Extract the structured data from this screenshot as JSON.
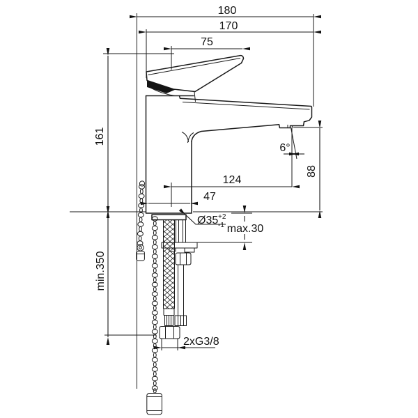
{
  "drawing": {
    "labels": {
      "total_depth": "180",
      "spout_tip_depth": "170",
      "handle_reach": "75",
      "height_above_deck": "161",
      "spout_reach": "124",
      "base_depth": "47",
      "outlet_height": "88",
      "outlet_angle": "6°",
      "hole_diameter": "Ø35",
      "hole_tolerance_upper": "+2",
      "hole_tolerance_lower": "-1",
      "max_deck_thickness": "max.30",
      "min_hose_length": "min.350",
      "connection_thread": "2xG3/8"
    }
  }
}
